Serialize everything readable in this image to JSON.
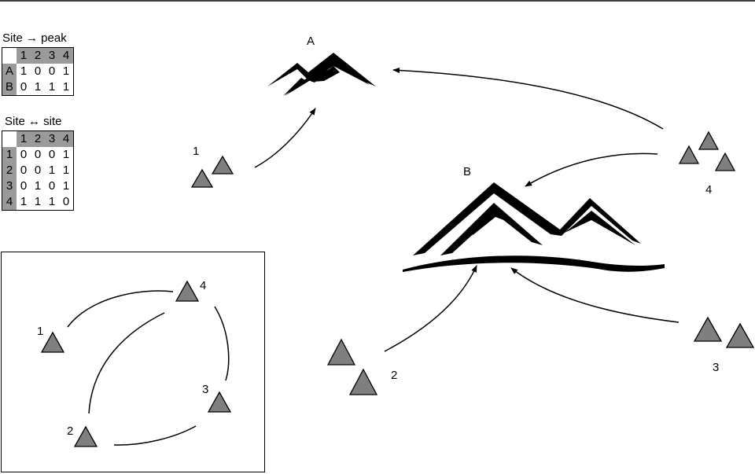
{
  "site_peak": {
    "title": "Site → peak",
    "cols": [
      "1",
      "2",
      "3",
      "4"
    ],
    "rows": [
      {
        "label": "A",
        "cells": [
          "1",
          "0",
          "0",
          "1"
        ]
      },
      {
        "label": "B",
        "cells": [
          "0",
          "1",
          "1",
          "1"
        ]
      }
    ]
  },
  "site_site": {
    "title": "Site ↔ site",
    "cols": [
      "1",
      "2",
      "3",
      "4"
    ],
    "rows": [
      {
        "label": "1",
        "cells": [
          "0",
          "0",
          "0",
          "1"
        ]
      },
      {
        "label": "2",
        "cells": [
          "0",
          "0",
          "1",
          "1"
        ]
      },
      {
        "label": "3",
        "cells": [
          "0",
          "1",
          "0",
          "1"
        ]
      },
      {
        "label": "4",
        "cells": [
          "1",
          "1",
          "1",
          "0"
        ]
      }
    ]
  },
  "peaks": {
    "a": "A",
    "b": "B"
  },
  "sites": {
    "s1": "1",
    "s2": "2",
    "s3": "3",
    "s4": "4"
  },
  "inset": {
    "n1": "1",
    "n2": "2",
    "n3": "3",
    "n4": "4"
  },
  "colors": {
    "triangle_fill": "#7f7f7f",
    "header_fill": "#9a9a9a",
    "mountain": "#000000"
  }
}
